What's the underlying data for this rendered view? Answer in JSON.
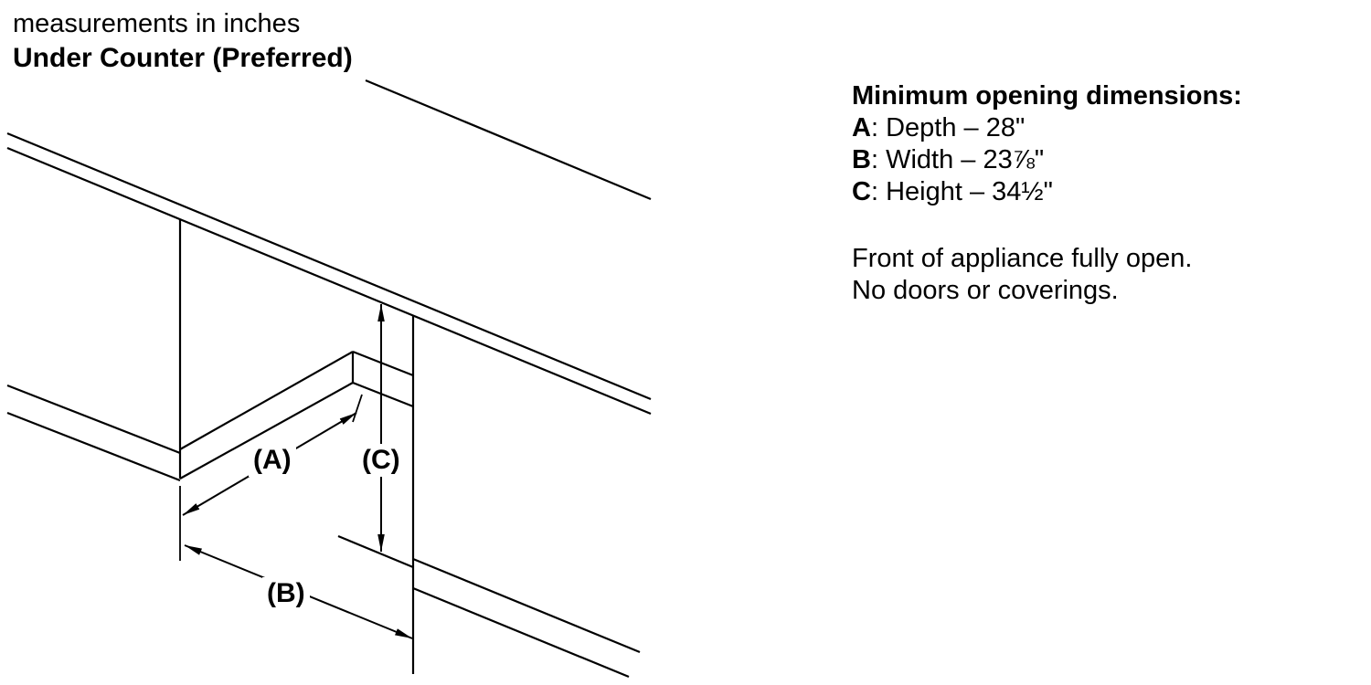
{
  "page": {
    "ink_color": "#000000",
    "background_color": "#ffffff"
  },
  "header": {
    "subtitle": "measurements in inches",
    "title": "Under Counter (Preferred)"
  },
  "diagram": {
    "labels": {
      "a": "(A)",
      "b": "(B)",
      "c": "(C)"
    }
  },
  "specs": {
    "title": "Minimum opening dimensions:",
    "items": [
      {
        "key": "A",
        "text": ": Depth – 28\""
      },
      {
        "key": "B",
        "text": ": Width – 23⅞\""
      },
      {
        "key": "C",
        "text": ": Height – 34½\""
      }
    ],
    "notes": [
      "Front of appliance fully open.",
      "No doors or coverings."
    ]
  }
}
